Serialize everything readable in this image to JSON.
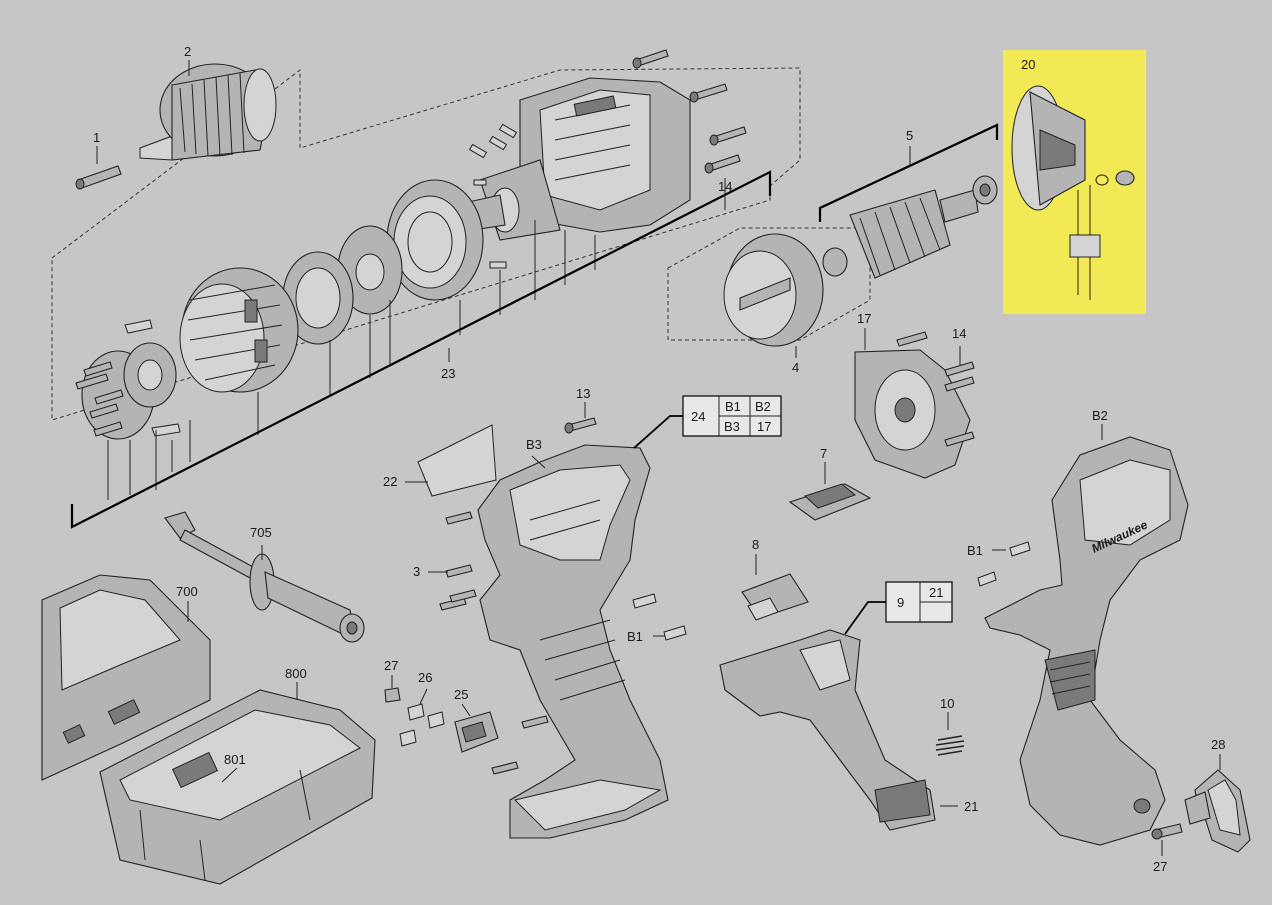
{
  "highlight_color": "#f2ea54",
  "background_color": "#c6c6c6",
  "labels": {
    "p1": "1",
    "p2": "2",
    "p3": "3",
    "p4": "4",
    "p5": "5",
    "p7": "7",
    "p8": "8",
    "p10": "10",
    "p13": "13",
    "p14a": "14",
    "p14b": "14",
    "p17": "17",
    "p20": "20",
    "p21": "21",
    "p22": "22",
    "p23": "23",
    "p25": "25",
    "p26": "26",
    "p27a": "27",
    "p27b": "27",
    "p28": "28",
    "p700": "700",
    "p705": "705",
    "p800": "800",
    "p801": "801",
    "b1a": "B1",
    "b1b": "B1",
    "b2": "B2",
    "b3": "B3"
  },
  "kit_24": {
    "number": "24",
    "cells": [
      "B1",
      "B2",
      "B3",
      "17"
    ]
  },
  "kit_9": {
    "number": "9",
    "cells": [
      "21",
      ""
    ]
  },
  "brand_text": "Milwaukee"
}
